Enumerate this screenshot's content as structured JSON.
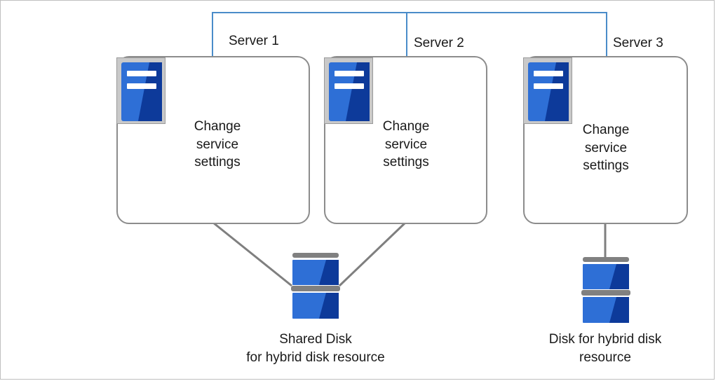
{
  "servers": [
    {
      "name": "Server 1",
      "lines": [
        "Change",
        "service",
        "settings"
      ]
    },
    {
      "name": "Server 2",
      "lines": [
        "Change",
        "service",
        "settings"
      ]
    },
    {
      "name": "Server 3",
      "lines": [
        "Change",
        "service",
        "settings"
      ]
    }
  ],
  "disks": {
    "shared": {
      "lines": [
        "Shared Disk",
        "for hybrid disk resource"
      ]
    },
    "local": {
      "lines": [
        "Disk for hybrid disk",
        "resource"
      ]
    }
  },
  "colors": {
    "network_line": "#4a8cc9",
    "disk_line": "#7f7f7f",
    "box_border": "#8c8c8c",
    "icon_dark": "#0d3a9a",
    "icon_light": "#2e6fd6",
    "disk_cap": "#808080"
  }
}
